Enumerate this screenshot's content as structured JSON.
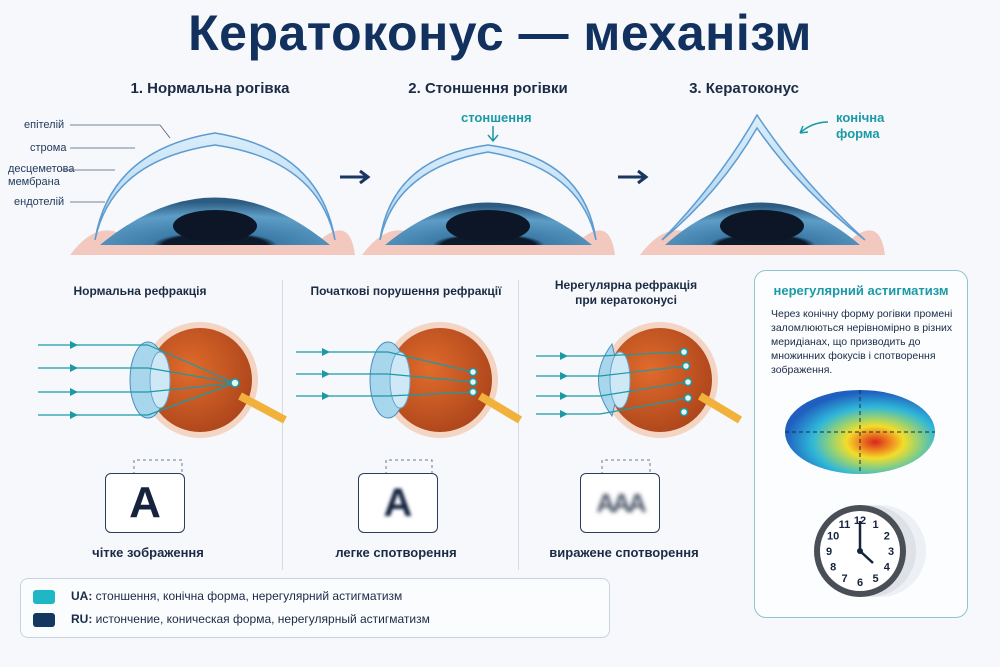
{
  "title": "Кератоконус — механізм",
  "stages": [
    {
      "title": "1. Нормальна рогівка"
    },
    {
      "title": "2. Стоншення рогівки"
    },
    {
      "title": "3. Кератоконус"
    }
  ],
  "layer_labels": [
    "епітелій",
    "строма",
    "десцеметова",
    "мембрана",
    "ендотелій"
  ],
  "annotations": {
    "thinning": "стоншення",
    "conical_1": "конічна",
    "conical_2": "форма"
  },
  "refraction": [
    {
      "title_1": "Нормальна рефракція",
      "title_2": "",
      "letter": "A",
      "caption": "чітке зображення"
    },
    {
      "title_1": "Початкові порушення рефракції",
      "title_2": "",
      "letter": "A",
      "caption": "легке спотворення"
    },
    {
      "title_1": "Нерегулярна рефракція",
      "title_2": "при кератоконусі",
      "letter": "AAA",
      "caption": "виражене спотворення"
    }
  ],
  "astigmatism": {
    "title": "нерегулярний астигматизм",
    "text": "Через конічну форму рогівки промені заломлюються нерівномірно в різних меридіанах, що призводить до множинних фокусів і спотворення зображення.",
    "clock_numbers": [
      "12",
      "1",
      "2",
      "3",
      "4",
      "5",
      "6",
      "7",
      "8",
      "9",
      "10",
      "11"
    ]
  },
  "legend": [
    {
      "color": "#1fb7c4",
      "lang": "UA:",
      "text": "стоншення, конічна форма, нерегулярний астигматизм"
    },
    {
      "color": "#12385f",
      "lang": "RU:",
      "text": "истончение, коническая форма, нерегулярный астигматизм"
    }
  ]
}
